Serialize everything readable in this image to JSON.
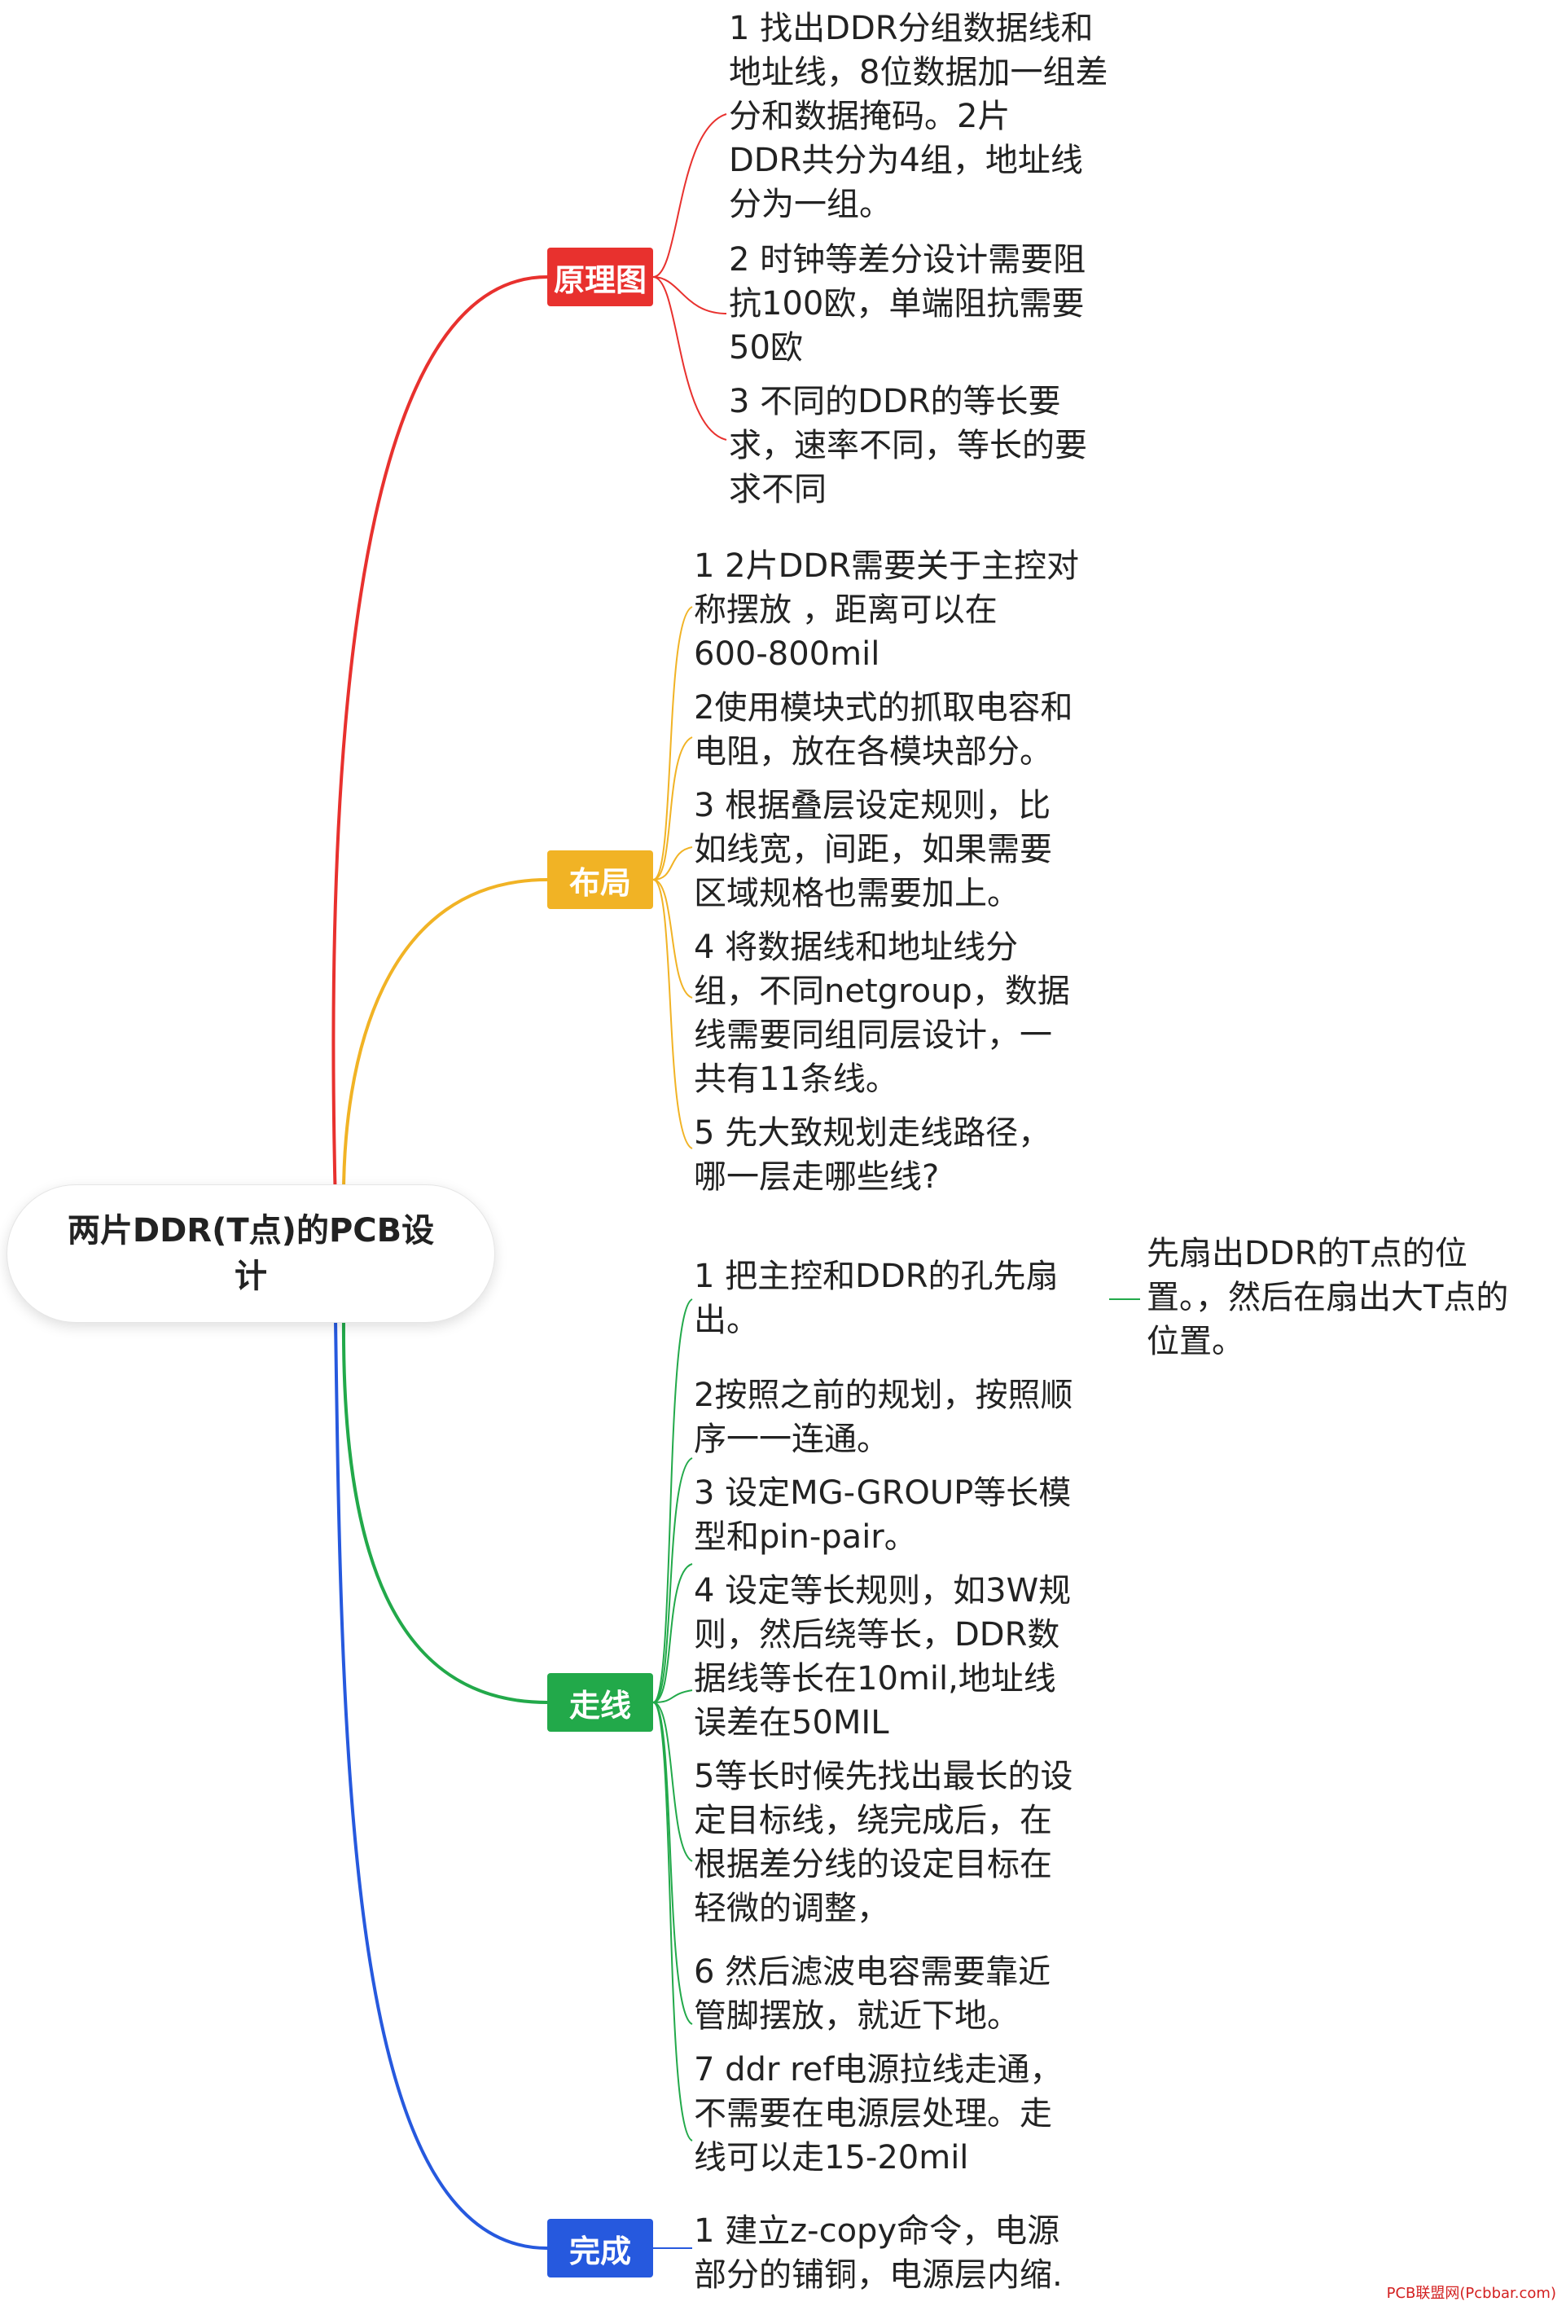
{
  "root": {
    "label": "两片DDR(T点)的PCB设\n计"
  },
  "branches": [
    {
      "label": "原理图",
      "color": "#e8312e",
      "items": [
        "1 找出DDR分组数据线和\n地址线，8位数据加一组差\n分和数据掩码。2片\nDDR共分为4组，地址线\n分为一组。",
        "2 时钟等差分设计需要阻\n抗100欧，单端阻抗需要\n50欧",
        "3 不同的DDR的等长要\n求，速率不同，等长的要\n求不同"
      ]
    },
    {
      "label": "布局",
      "color": "#f1b325",
      "items": [
        "1 2片DDR需要关于主控对\n称摆放 ，距离可以在\n600-800mil",
        "2使用模块式的抓取电容和\n电阻，放在各模块部分。",
        "3 根据叠层设定规则，比\n如线宽，间距，如果需要\n区域规格也需要加上。",
        "4 将数据线和地址线分\n组，不同netgroup，数据\n线需要同组同层设计，一\n共有11条线。",
        "5 先大致规划走线路径，\n哪一层走哪些线?"
      ]
    },
    {
      "label": "走线",
      "color": "#22a94a",
      "items": [
        "1 把主控和DDR的孔先扇\n出。",
        "2按照之前的规划，按照顺\n序一一连通。",
        "3 设定MG-GROUP等长模\n型和pin-pair。",
        "4 设定等长规则，如3W规\n则，然后绕等长，DDR数\n据线等长在10mil,地址线\n误差在50MIL",
        "5等长时候先找出最长的设\n定目标线，绕完成后，在\n根据差分线的设定目标在\n轻微的调整，",
        "6 然后滤波电容需要靠近\n管脚摆放，就近下地。",
        "7 ddr ref电源拉线走通，\n不需要在电源层处理。走\n线可以走15-20mil"
      ],
      "sub": "先扇出DDR的T点的位\n置。，然后在扇出大T点的\n位置。"
    },
    {
      "label": "完成",
      "color": "#2659de",
      "items": [
        "1 建立z-copy命令，电源\n部分的铺铜，电源层内缩."
      ]
    }
  ],
  "watermark": "PCB联盟网(Pcbbar.com)"
}
